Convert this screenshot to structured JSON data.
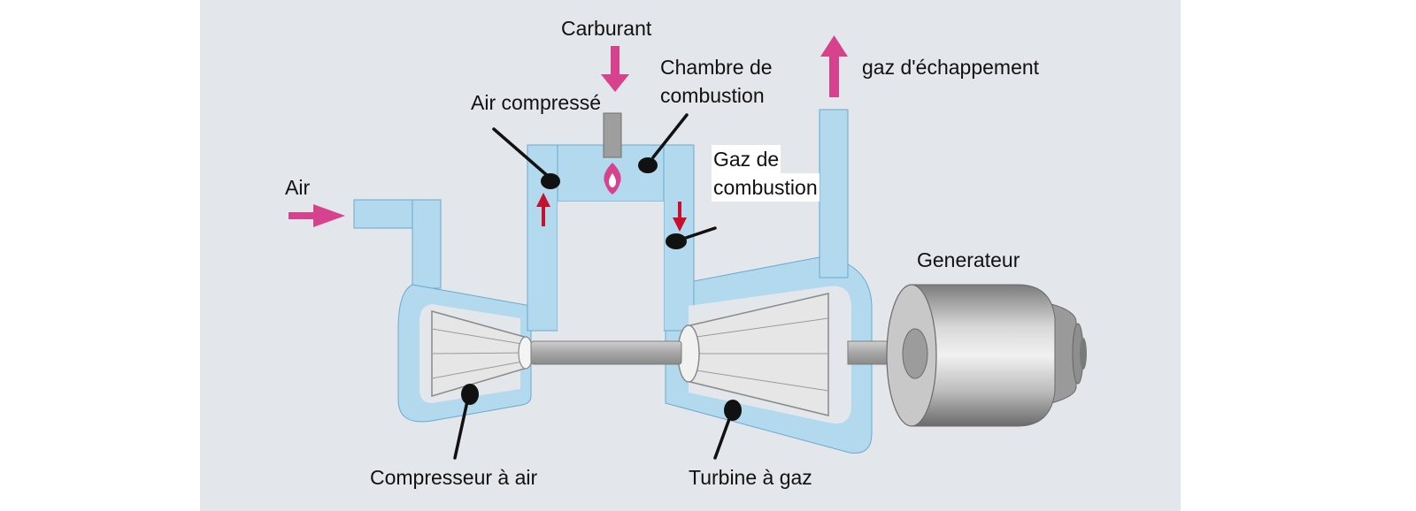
{
  "labels": {
    "carburant": "Carburant",
    "chambre_line1": "Chambre de",
    "chambre_line2": "combustion",
    "air_compresse": "Air compressé",
    "gaz_echappement": "gaz d'échappement",
    "gaz_combustion_line1": "Gaz de",
    "gaz_combustion_line2": "combustion",
    "air": "Air",
    "generateur": "Generateur",
    "compresseur": "Compresseur à air",
    "turbine": "Turbine à gaz"
  },
  "colors": {
    "background": "#e3e6ea",
    "duct": "#b3d9ee",
    "arrow_magenta": "#d6428e",
    "arrow_red": "#c8102e",
    "pointer": "#111111",
    "shaft": "#a9a9a9"
  }
}
